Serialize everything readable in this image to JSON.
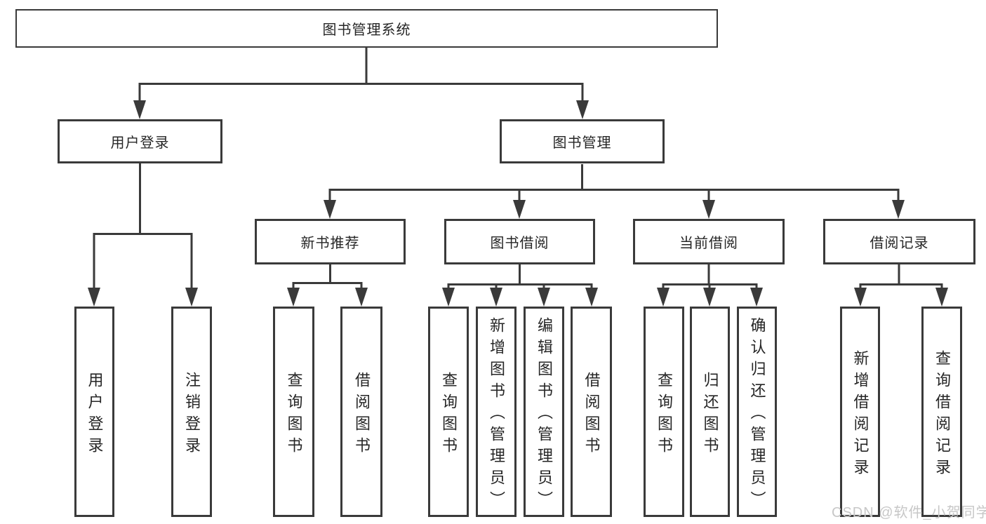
{
  "diagram": {
    "root": {
      "label": "图书管理系统"
    },
    "branches": [
      {
        "label": "用户登录"
      },
      {
        "label": "图书管理"
      }
    ],
    "modules": [
      {
        "label": "新书推荐"
      },
      {
        "label": "图书借阅"
      },
      {
        "label": "当前借阅"
      },
      {
        "label": "借阅记录"
      }
    ],
    "functions": [
      {
        "label": "用户登录"
      },
      {
        "label": "注销登录"
      },
      {
        "label": "查询图书"
      },
      {
        "label": "借阅图书"
      },
      {
        "label": "查询图书"
      },
      {
        "label": "新增图书（管理员）"
      },
      {
        "label": "编辑图书（管理员）"
      },
      {
        "label": "借阅图书"
      },
      {
        "label": "查询图书"
      },
      {
        "label": "归还图书"
      },
      {
        "label": "确认归还（管理员）"
      },
      {
        "label": "新增借阅记录"
      },
      {
        "label": "查询借阅记录"
      }
    ],
    "watermark": "CSDN @软件_小贺同学",
    "colors": {
      "line": "#3a3a3a",
      "box_border": "#3a3a3a",
      "text": "#262626",
      "watermark": "#c7c7c7",
      "background": "#ffffff"
    }
  }
}
